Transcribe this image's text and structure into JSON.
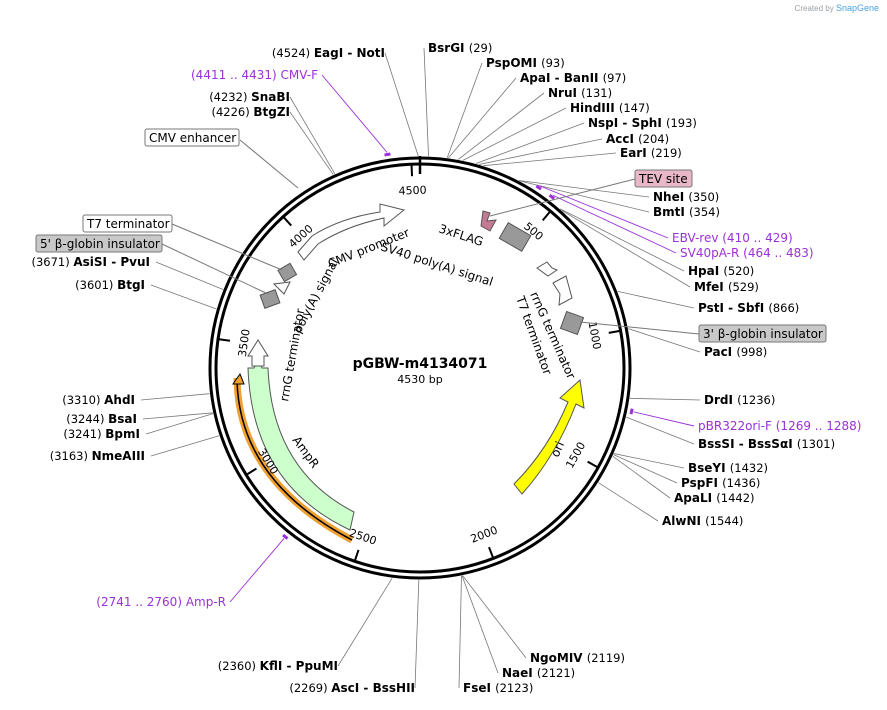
{
  "credit": {
    "prefix": "Created by",
    "brand": "SnapGene"
  },
  "plasmid": {
    "name": "pGBW-m4134071",
    "length_label": "4530 bp",
    "length": 4530
  },
  "ticks": [
    {
      "pos": 500,
      "label": "500"
    },
    {
      "pos": 1000,
      "label": "1000"
    },
    {
      "pos": 1500,
      "label": "1500"
    },
    {
      "pos": 2000,
      "label": "2000"
    },
    {
      "pos": 2500,
      "label": "2500"
    },
    {
      "pos": 3000,
      "label": "3000"
    },
    {
      "pos": 3500,
      "label": "3500"
    },
    {
      "pos": 4000,
      "label": "4000"
    },
    {
      "pos": 4500,
      "label": "4500"
    }
  ],
  "sites": [
    {
      "name": "EagI  -  NotI",
      "pos_label": "(4524)",
      "pos": 4524,
      "side": "left"
    },
    {
      "name": "SnaBI",
      "pos_label": "(4232)",
      "pos": 4232,
      "side": "left"
    },
    {
      "name": "BtgZI",
      "pos_label": "(4226)",
      "pos": 4226,
      "side": "left"
    },
    {
      "name": "AsiSI  -  PvuI",
      "pos_label": "(3671)",
      "pos": 3671,
      "side": "left"
    },
    {
      "name": "BtgI",
      "pos_label": "(3601)",
      "pos": 3601,
      "side": "left"
    },
    {
      "name": "AhdI",
      "pos_label": "(3310)",
      "pos": 3310,
      "side": "left"
    },
    {
      "name": "BsaI",
      "pos_label": "(3244)",
      "pos": 3244,
      "side": "left"
    },
    {
      "name": "BpmI",
      "pos_label": "(3241)",
      "pos": 3241,
      "side": "left"
    },
    {
      "name": "NmeAIII",
      "pos_label": "(3163)",
      "pos": 3163,
      "side": "left"
    },
    {
      "name": "KflI  -  PpuMI",
      "pos_label": "(2360)",
      "pos": 2360,
      "side": "left"
    },
    {
      "name": "AscI  -  BssHII",
      "pos_label": "(2269)",
      "pos": 2269,
      "side": "left"
    },
    {
      "name": "BsrGI",
      "pos_label": "(29)",
      "pos": 29,
      "side": "right"
    },
    {
      "name": "PspOMI",
      "pos_label": "(93)",
      "pos": 93,
      "side": "right"
    },
    {
      "name": "ApaI  -  BanII",
      "pos_label": "(97)",
      "pos": 97,
      "side": "right"
    },
    {
      "name": "NruI",
      "pos_label": "(131)",
      "pos": 131,
      "side": "right"
    },
    {
      "name": "HindIII",
      "pos_label": "(147)",
      "pos": 147,
      "side": "right"
    },
    {
      "name": "NspI  -  SphI",
      "pos_label": "(193)",
      "pos": 193,
      "side": "right"
    },
    {
      "name": "AccI",
      "pos_label": "(204)",
      "pos": 204,
      "side": "right"
    },
    {
      "name": "EarI",
      "pos_label": "(219)",
      "pos": 219,
      "side": "right"
    },
    {
      "name": "NheI",
      "pos_label": "(350)",
      "pos": 350,
      "side": "right"
    },
    {
      "name": "BmtI",
      "pos_label": "(354)",
      "pos": 354,
      "side": "right"
    },
    {
      "name": "HpaI",
      "pos_label": "(520)",
      "pos": 520,
      "side": "right"
    },
    {
      "name": "MfeI",
      "pos_label": "(529)",
      "pos": 529,
      "side": "right"
    },
    {
      "name": "PstI  -  SbfI",
      "pos_label": "(866)",
      "pos": 866,
      "side": "right"
    },
    {
      "name": "PacI",
      "pos_label": "(998)",
      "pos": 998,
      "side": "right"
    },
    {
      "name": "DrdI",
      "pos_label": "(1236)",
      "pos": 1236,
      "side": "right"
    },
    {
      "name": "BssSI  -  BssSαI",
      "pos_label": "(1301)",
      "pos": 1301,
      "side": "right"
    },
    {
      "name": "BseYI",
      "pos_label": "(1432)",
      "pos": 1432,
      "side": "right"
    },
    {
      "name": "PspFI",
      "pos_label": "(1436)",
      "pos": 1436,
      "side": "right"
    },
    {
      "name": "ApaLI",
      "pos_label": "(1442)",
      "pos": 1442,
      "side": "right"
    },
    {
      "name": "AlwNI",
      "pos_label": "(1544)",
      "pos": 1544,
      "side": "right"
    },
    {
      "name": "NgoMIV",
      "pos_label": "(2119)",
      "pos": 2119,
      "side": "right"
    },
    {
      "name": "NaeI",
      "pos_label": "(2121)",
      "pos": 2121,
      "side": "right"
    },
    {
      "name": "FseI",
      "pos_label": "(2123)",
      "pos": 2123,
      "side": "right"
    }
  ],
  "primers": [
    {
      "name": "CMV-F",
      "range_label": "(4411 .. 4431)",
      "start": 4411,
      "end": 4431
    },
    {
      "name": "EBV-rev",
      "range_label": "(410 .. 429)",
      "start": 410,
      "end": 429
    },
    {
      "name": "SV40pA-R",
      "range_label": "(464 .. 483)",
      "start": 464,
      "end": 483
    },
    {
      "name": "pBR322ori-F",
      "range_label": "(1269 .. 1288)",
      "start": 1269,
      "end": 1288
    },
    {
      "name": "Amp-R",
      "range_label": "(2741 .. 2760)",
      "start": 2741,
      "end": 2760
    }
  ],
  "boxed_labels": [
    {
      "text": "CMV enhancer",
      "fill": "#ffffff"
    },
    {
      "text": "T7 terminator",
      "fill": "#ffffff"
    },
    {
      "text": "5' β-globin insulator",
      "fill": "#c8c8c8"
    },
    {
      "text": "TEV site",
      "fill": "#e8b8c8"
    },
    {
      "text": "3' β-globin insulator",
      "fill": "#c8c8c8"
    }
  ],
  "features": [
    {
      "name": "CMV promoter"
    },
    {
      "name": "SV40 poly(A) signal"
    },
    {
      "name": "3xFLAG"
    },
    {
      "name": "rrnG terminator",
      "strand": "inner-right"
    },
    {
      "name": "T7 terminator",
      "strand": "inner-right"
    },
    {
      "name": "poly(A) signal"
    },
    {
      "name": "rrnG terminator",
      "strand": "inner-left"
    },
    {
      "name": "AmpR"
    },
    {
      "name": "ori"
    }
  ],
  "colors": {
    "primer": "#9b30d9",
    "ori": "#ffff00",
    "ampr": "#ccffcc",
    "ampr_promoter_outline": "#f0a030",
    "tev": "#c47a94",
    "insulator": "#999999"
  }
}
